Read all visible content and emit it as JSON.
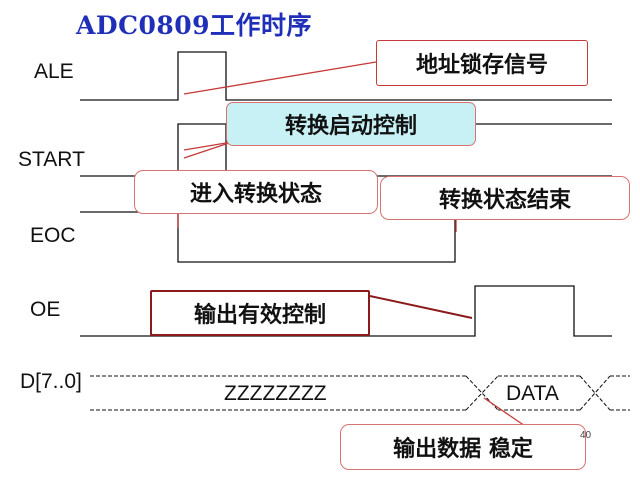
{
  "title": "ADC0809工作时序",
  "signals": {
    "ale": "ALE",
    "start": "START",
    "eoc": "EOC",
    "oe": "OE",
    "data_bus": "D[7..0]"
  },
  "bus_values": {
    "high_z": "ZZZZZZZZ",
    "data": "DATA"
  },
  "callouts": {
    "address_latch": "地址锁存信号",
    "conversion_start": "转换启动控制",
    "enter_conversion": "进入转换状态",
    "conversion_end": "转换状态结束",
    "output_enable": "输出有效控制",
    "output_stable": "输出数据 稳定"
  },
  "page_number": "40",
  "colors": {
    "title": "#1f2fb8",
    "callout_border": "#c63a3a",
    "highlight_fill": "#c8f1f5",
    "oe_border": "#8b1a1a"
  }
}
